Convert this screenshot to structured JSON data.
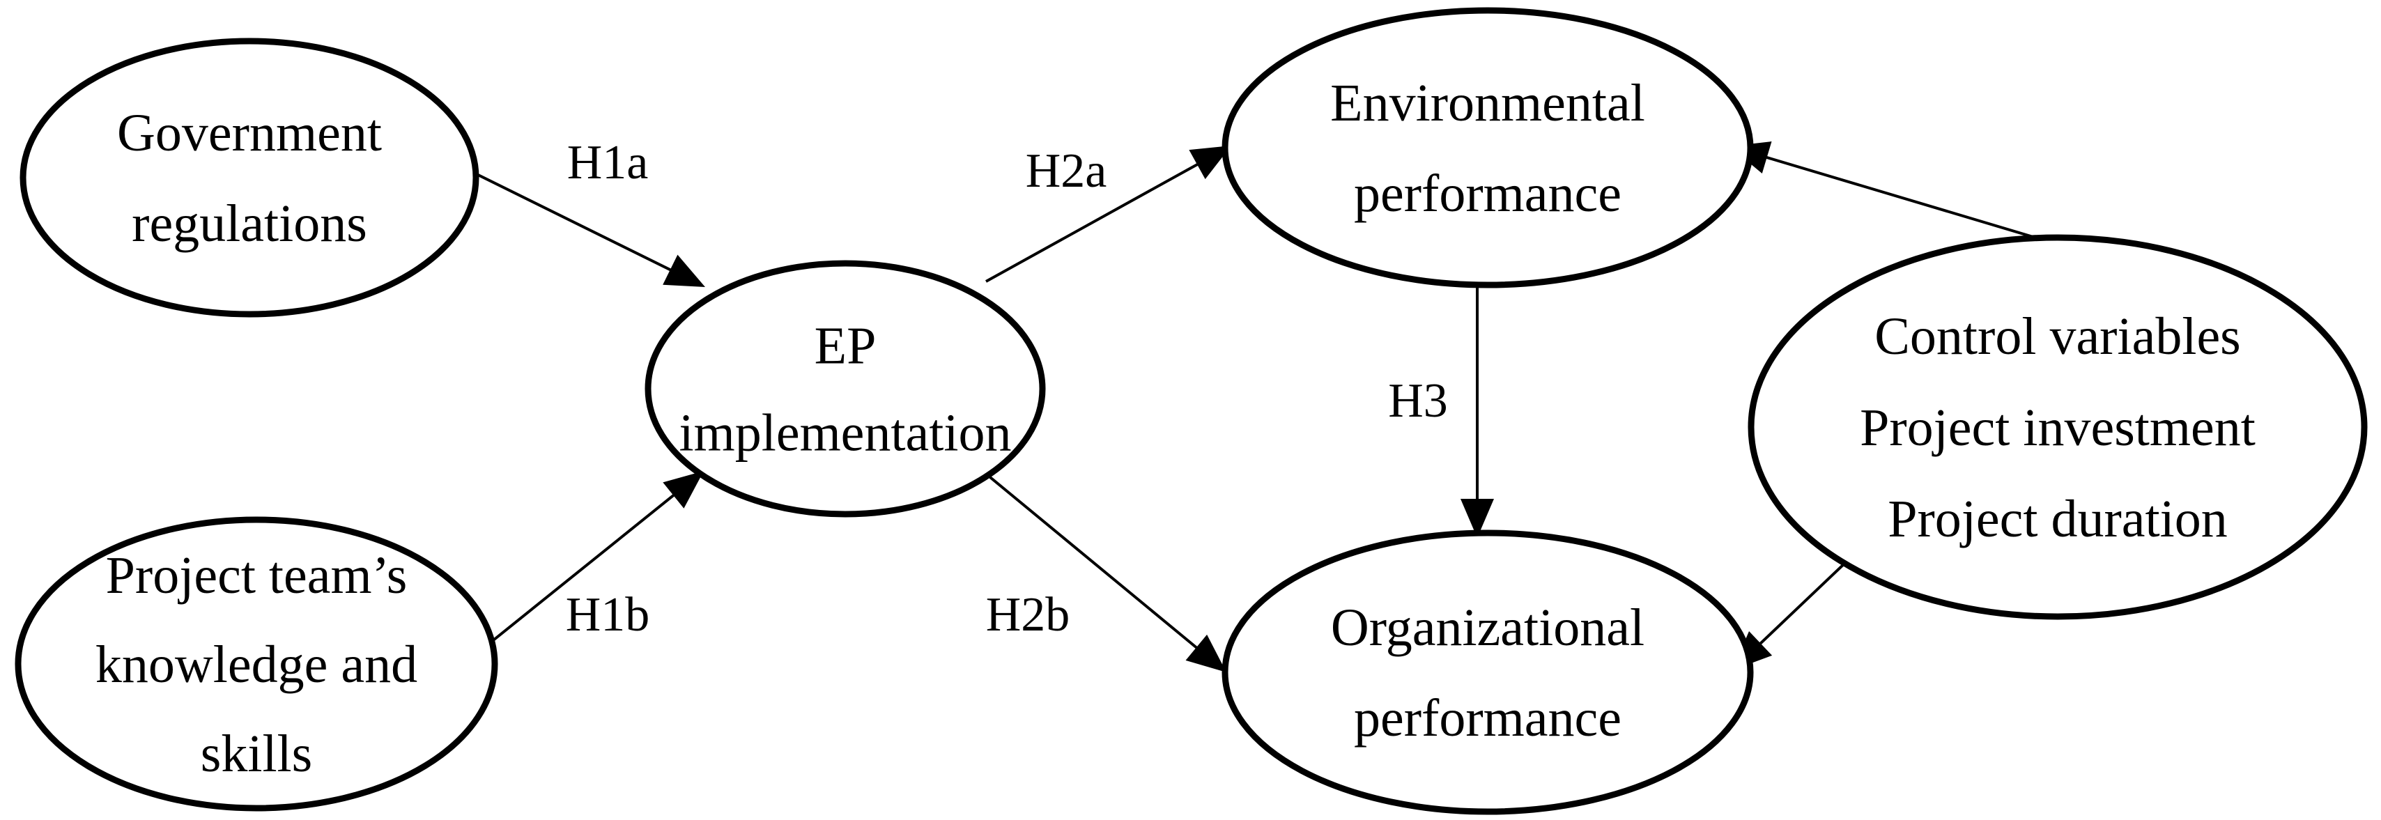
{
  "nodes": [
    {
      "id": "government-regulations",
      "lines": [
        "Government",
        "regulations"
      ]
    },
    {
      "id": "project-team-knowledge",
      "lines": [
        "Project team’s",
        "knowledge and",
        "skills"
      ]
    },
    {
      "id": "ep-implementation",
      "lines": [
        "EP",
        "implementation"
      ]
    },
    {
      "id": "environmental-performance",
      "lines": [
        "Environmental",
        "performance"
      ]
    },
    {
      "id": "organizational-performance",
      "lines": [
        "Organizational",
        "performance"
      ]
    },
    {
      "id": "control-variables",
      "lines": [
        "Control variables",
        "Project investment",
        "Project duration"
      ]
    }
  ],
  "edges": [
    {
      "id": "h1a",
      "label": "H1a"
    },
    {
      "id": "h1b",
      "label": "H1b"
    },
    {
      "id": "h2a",
      "label": "H2a"
    },
    {
      "id": "h2b",
      "label": "H2b"
    },
    {
      "id": "h3",
      "label": "H3"
    },
    {
      "id": "control-env",
      "label": ""
    },
    {
      "id": "control-org",
      "label": ""
    }
  ]
}
